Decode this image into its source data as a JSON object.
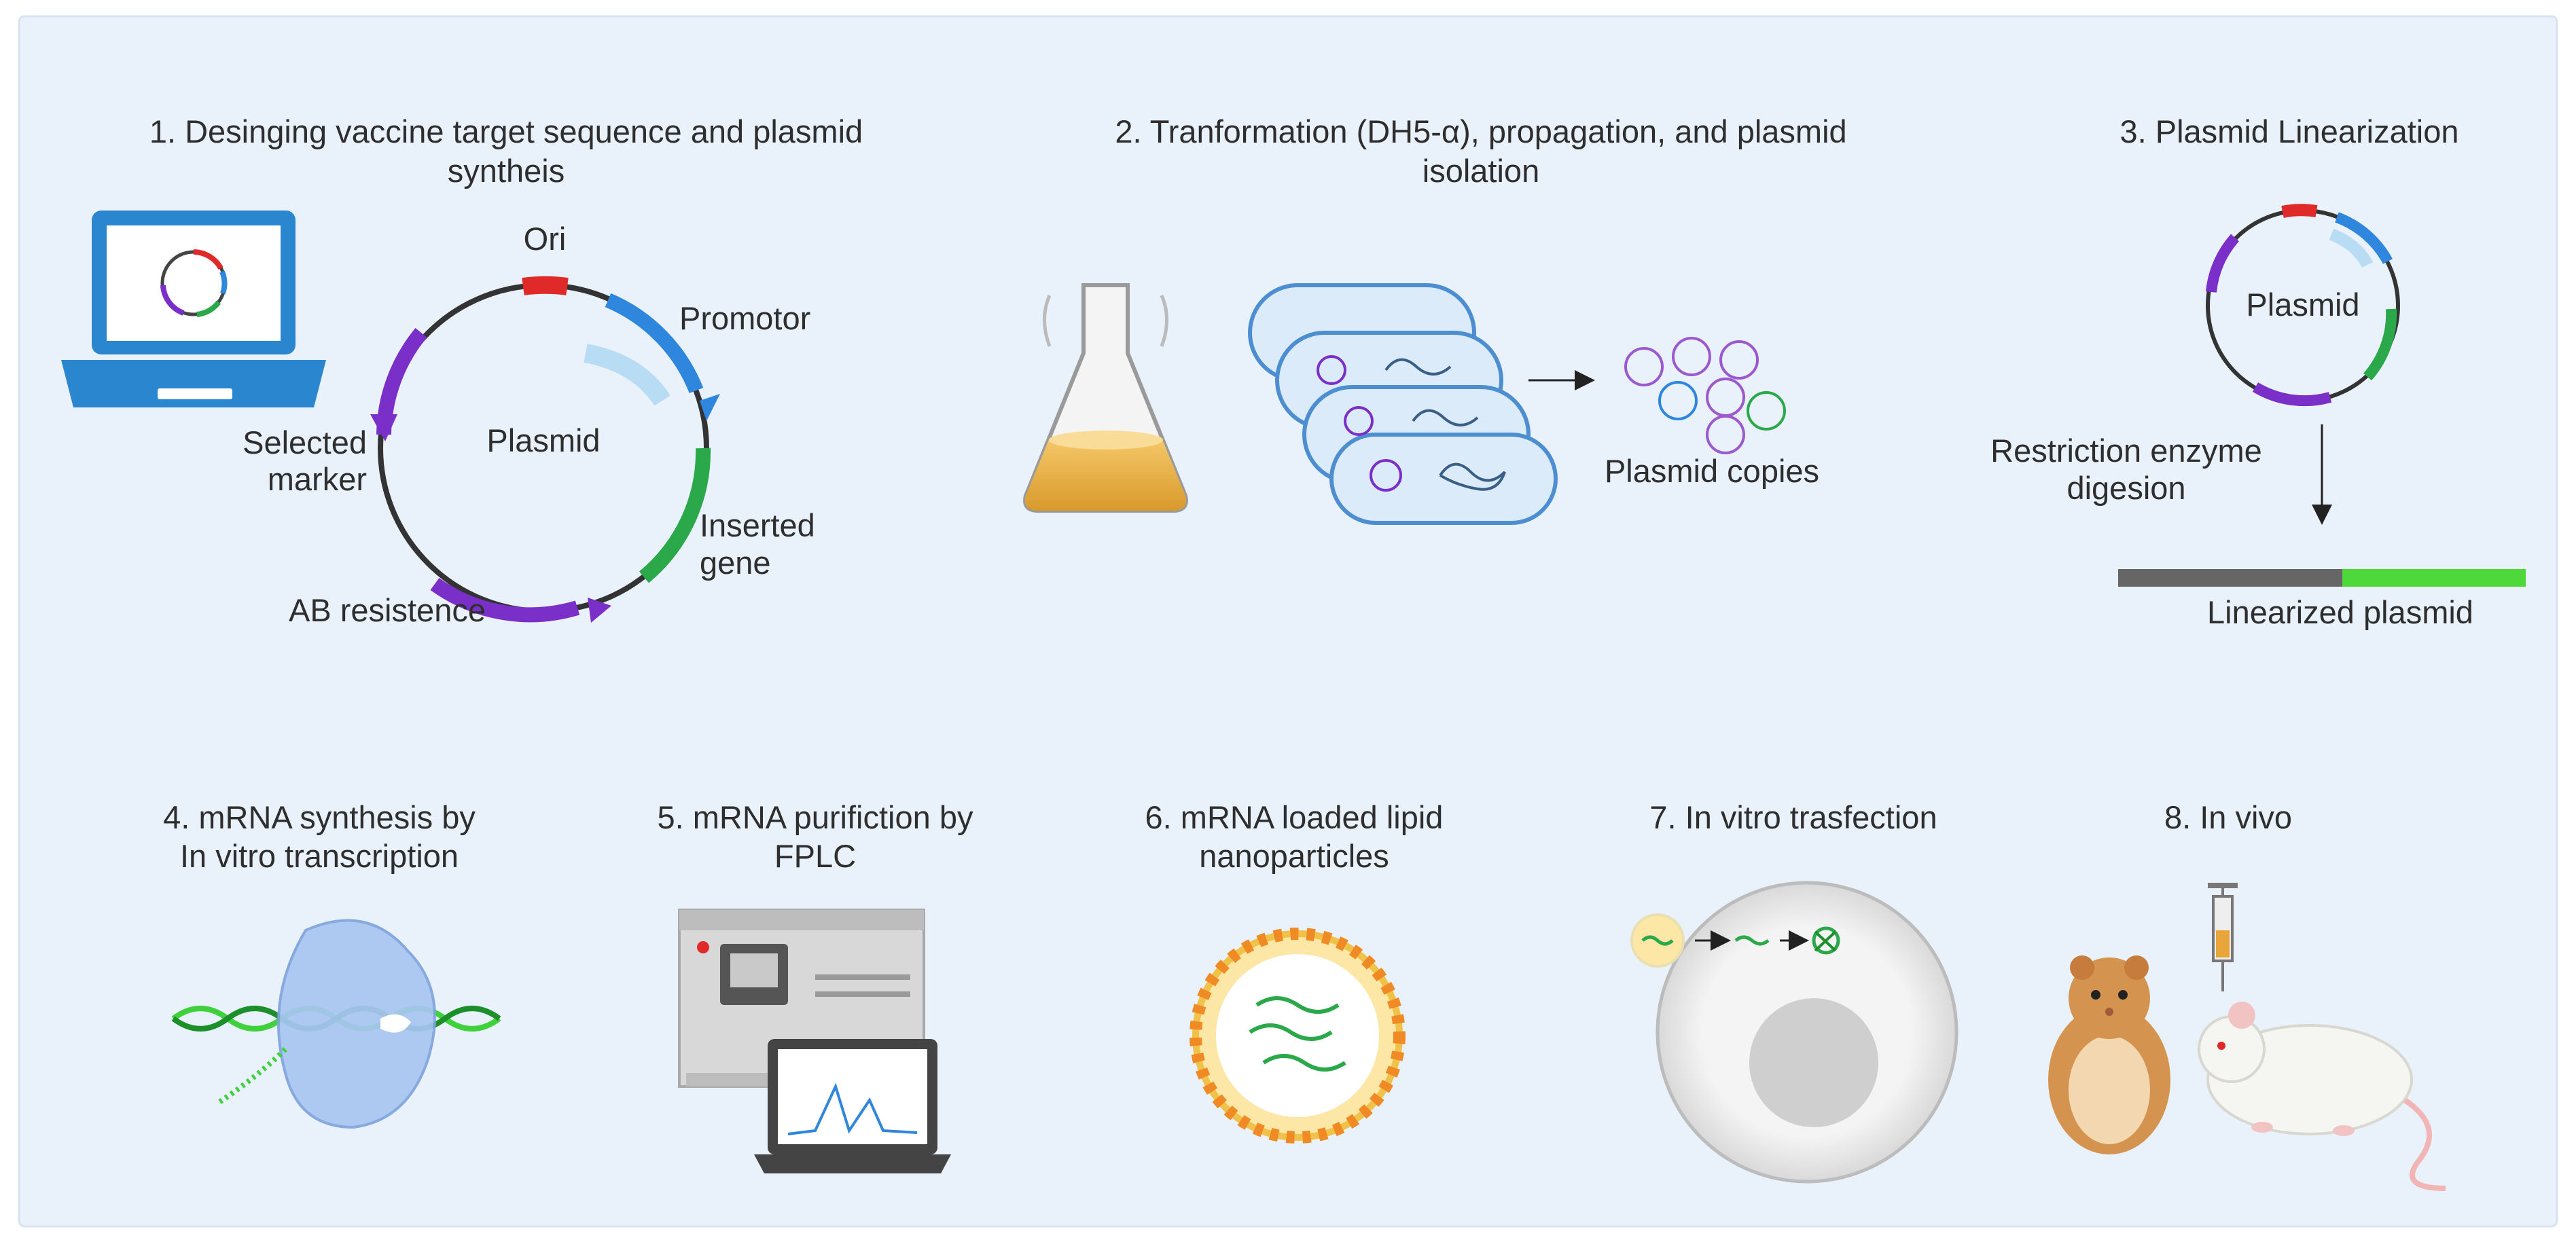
{
  "steps": [
    {
      "title_l1": "1. Desinging vaccine target sequence and plasmid",
      "title_l2": "syntheis"
    },
    {
      "title_l1": "2. Tranformation (DH5-α), propagation, and plasmid",
      "title_l2": "isolation"
    },
    {
      "title_l1": "3. Plasmid Linearization",
      "title_l2": ""
    },
    {
      "title_l1": "4. mRNA synthesis by",
      "title_l2": "In vitro transcription"
    },
    {
      "title_l1": "5. mRNA purifiction by",
      "title_l2": "FPLC"
    },
    {
      "title_l1": "6. mRNA loaded lipid",
      "title_l2": "nanoparticles"
    },
    {
      "title_l1": "7. In vitro trasfection",
      "title_l2": ""
    },
    {
      "title_l1": "8. In vivo",
      "title_l2": ""
    }
  ],
  "plasmid_map": {
    "center": "Plasmid",
    "ori": "Ori",
    "promotor": "Promotor",
    "selected_marker_l1": "Selected",
    "selected_marker_l2": "marker",
    "inserted_gene_l1": "Inserted",
    "inserted_gene_l2": "gene",
    "ab_resistance": "AB resistence"
  },
  "transformation": {
    "copies_label": "Plasmid copies"
  },
  "linearization": {
    "plasmid_label": "Plasmid",
    "enzyme_l1": "Restriction enzyme",
    "enzyme_l2": "digesion",
    "result_label": "Linearized plasmid"
  },
  "colors": {
    "background": "#e9f1fb",
    "ori": "#e02a2a",
    "promotor": "#2f86dd",
    "inserted_gene": "#2aa84a",
    "resistance": "#7b2fc9",
    "backbone": "#333333",
    "linear_gray": "#666666",
    "linear_green": "#4fd83a"
  }
}
